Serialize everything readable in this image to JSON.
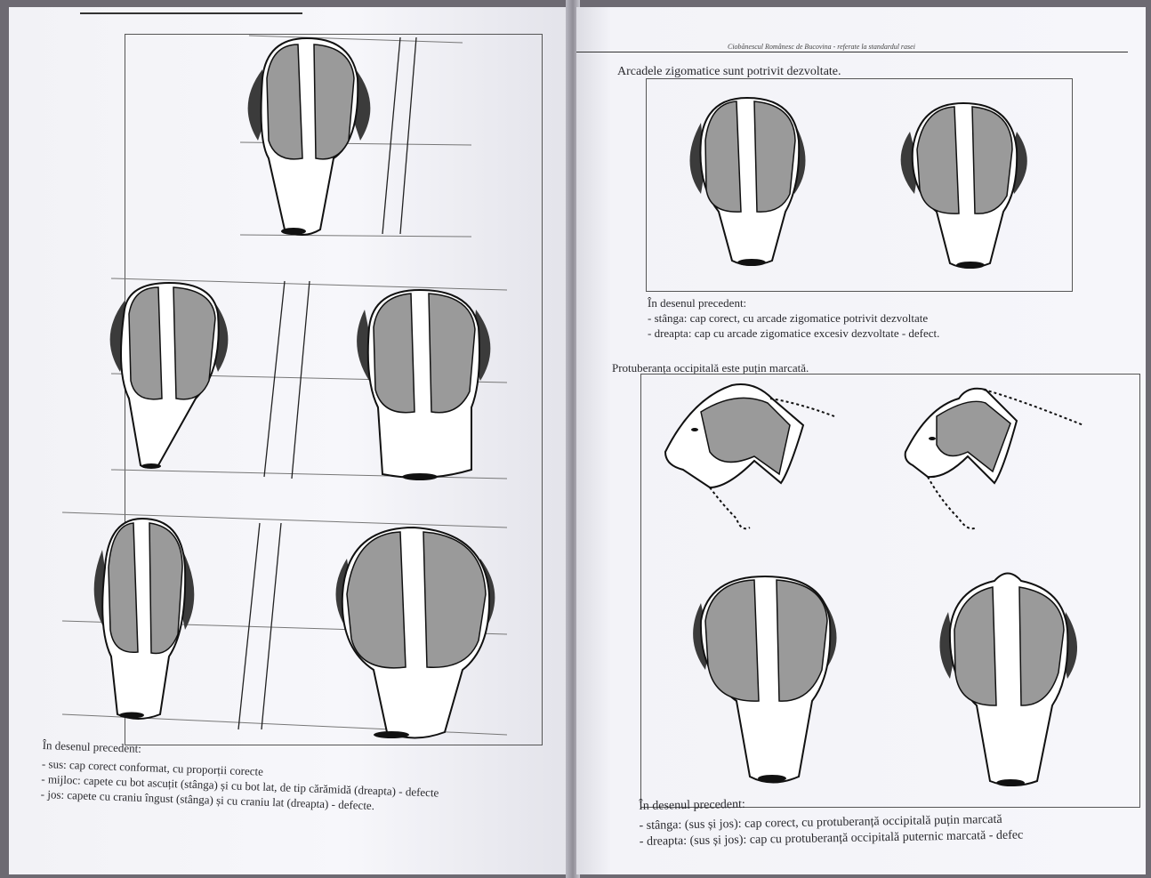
{
  "right_page": {
    "header": "Ciobănescul Românesc de Bucovina - referate la standardul rasei",
    "section1_title": "Arcadele zigomatice sunt potrivit dezvoltate.",
    "section1_caption": [
      "În desenul precedent:",
      "- stânga: cap corect, cu arcade zigomatice potrivit dezvoltate",
      "- dreapta: cap cu arcade zigomatice excesiv dezvoltate - defect."
    ],
    "section2_title": "Protuberanța occipitală este puțin marcată.",
    "section2_caption": [
      "În desenul precedent:",
      "- stânga: (sus și jos): cap corect, cu protuberanță occipitală puțin marcată",
      "- dreapta: (sus și jos): cap cu protuberanță occipitală puternic marcată - defec"
    ]
  },
  "left_page": {
    "caption": [
      "În desenul precedent:",
      "- sus: cap corect conformat, cu proporții corecte",
      "- mijloc: capete cu bot ascuțit (stânga) și cu bot lat, de tip cărămidă (dreapta) - defecte",
      "- jos: capete cu craniu îngust (stânga) și cu craniu lat (dreapta) - defecte."
    ]
  }
}
